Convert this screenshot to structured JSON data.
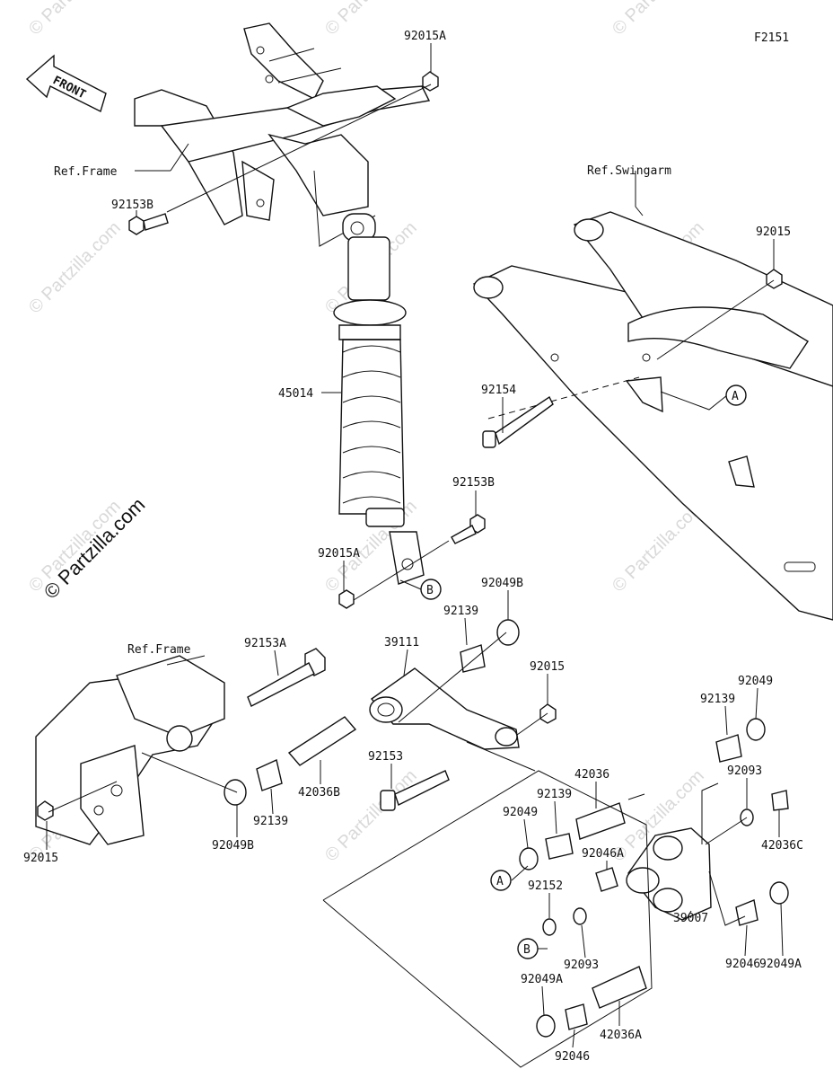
{
  "figure_code": "F2151",
  "brand": "© Partzilla.com",
  "watermark": "© Partzilla.com",
  "front_arrow": "FRONT",
  "refs": {
    "frame_top": "Ref.Frame",
    "swingarm": "Ref.Swingarm",
    "frame_bottom": "Ref.Frame"
  },
  "markers": {
    "a": "A",
    "b": "B"
  },
  "parts": {
    "p92015A_top": "92015A",
    "p92153B_top": "92153B",
    "p45014": "45014",
    "p92153B_mid": "92153B",
    "p92015A_mid": "92015A",
    "p92015_swing": "92015",
    "p92154": "92154",
    "p92049B_top": "92049B",
    "p92139_top": "92139",
    "p39111": "39111",
    "p92015_link": "92015",
    "p92153A": "92153A",
    "p92153": "92153",
    "p42036B": "42036B",
    "p92139_left": "92139",
    "p92049B_left": "92049B",
    "p92015_left": "92015",
    "p92049_right": "92049",
    "p92139_right": "92139",
    "p92093_right": "92093",
    "p42036C": "42036C",
    "p42036": "42036",
    "p92139_mid": "92139",
    "p92049_mid": "92049",
    "p92046A": "92046A",
    "p92152": "92152",
    "p92093_mid": "92093",
    "p39007": "39007",
    "p92046_right": "92046",
    "p92049A_right": "92049A",
    "p92049A_bottom": "92049A",
    "p42036A": "42036A",
    "p92046_bottom": "92046"
  }
}
